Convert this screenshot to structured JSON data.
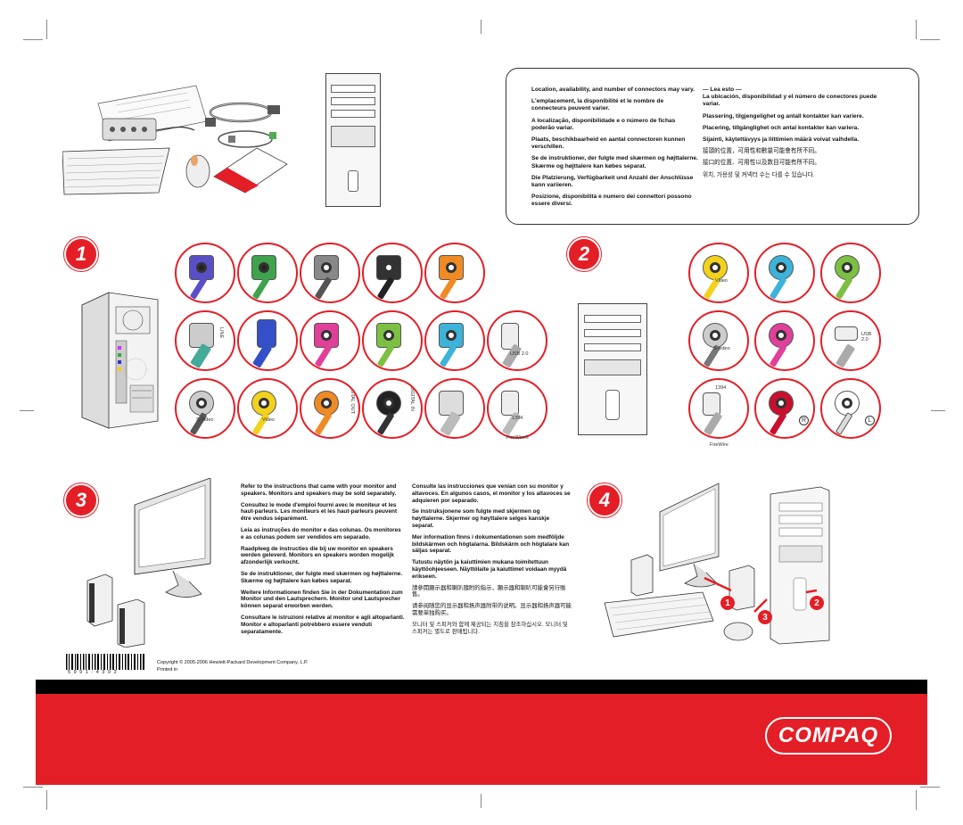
{
  "notice": {
    "left": [
      "Location, availability, and number of connectors may vary.",
      "L'emplacement, la disponibilité et le nombre de connecteurs peuvent varier.",
      "A localização, disponibilidade e o número de fichas poderão variar.",
      "Plaats, beschikbaarheid en aantal connectoren kunnen verschillen.",
      "Se de instruktioner, der fulgte med skærmen og højttalerne. Skærme og højttalere kan købes separat.",
      "Die Platzierung, Verfügbarkeit und Anzahl der Anschlüsse kann variieren.",
      "Posizione, disponibilità e numero dei connettori possono essere diversi."
    ],
    "right": [
      "— Lea esto —",
      "La ubicación, disponibilidad y el número de conectores puede variar.",
      "Plassering, tilgjengelighet og antall kontakter kan variere.",
      "Placering, tillgänglighet och antal kontakter kan variera.",
      "Sijainti, käytettävyys ja liittimien määrä voivat vaihdella.",
      "接頭的位置，可用性和數量可能會有所不同。",
      "接口的位置、可用性以及数目可能有所不同。",
      "위치, 가용성 및 커넥터 수는 다를 수 있습니다."
    ]
  },
  "steps": [
    "1",
    "2",
    "3",
    "4"
  ],
  "step1_labels": {
    "line": "LINE",
    "svideo": "S-Video",
    "video": "Video",
    "digital_out": "DIGITAL OUT",
    "digital_in": "DIGITAL IN",
    "usb": "USB 2.0",
    "fw_num": "1394",
    "firewire": "FireWire®"
  },
  "step2_labels": {
    "video": "Video",
    "svideo": "S-video",
    "usb": "USB 2.0",
    "fw_num": "1394",
    "firewire": "FireWire",
    "r": "R",
    "l": "L"
  },
  "step3": {
    "left": [
      "Refer to the instructions that came with your monitor and speakers. Monitors and speakers may be sold separately.",
      "Consultez le mode d'emploi fourni avec le moniteur et les haut-parleurs. Les moniteurs et les haut-parleurs peuvent être vendus séparément.",
      "Leia as instruções do monitor e das colunas. Os monitores e as colunas podem ser vendidos em separado.",
      "Raadpleeg de instructies die bij uw monitor en speakers werden geleverd. Monitors en speakers worden mogelijk afzonderlijk verkocht.",
      "Se de instruktioner, der fulgte med skærmen og højttalerne. Skærme og højttalere kan købes separat.",
      "Weitere Informationen finden Sie in der Dokumentation zum Monitor und den Lautsprechern. Monitor und Lautsprecher können separat erworben werden.",
      "Consultare le istruzioni relative al monitor e agli altoparlanti. Monitor e altoparlanti potrebbero essere venduti separatamente."
    ],
    "right": [
      "Consulte las instrucciones que venían con su monitor y altavoces. En algunos casos, el monitor y los altavoces se adquieren por separado.",
      "Se instruksjonene som fulgte med skjermen og høyttalerne. Skjermer og høyttalere selges kanskje separat.",
      "Mer information finns i dokumentationen som medföljde bildskärmen och högtalarna. Bildskärm och högtalare kan säljas separat.",
      "Tutustu näytön ja kaiuttimien mukana toimitettuun käyttöohjeeseen. Näyttölaite ja kaiuttimet voidaan myydä erikseen.",
      "請參閱顯示器和喇叭隨附的指示，顯示器和喇叭可能會另行販售。",
      "请参阅随您的显示器和扬声器附带的说明。显示器和扬声器可能需要单独购买。",
      "모니터 및 스피커와 함께 제공되는 지침을 참조하십시오. 모니터 및 스피커는 별도로 판매됩니다."
    ]
  },
  "step4_callouts": [
    "1",
    "2",
    "3"
  ],
  "footer": {
    "barcode_digits": "5 9 9 1 - 4 3 9 3",
    "copyright": "Copyright © 2005-2006 Hewlett-Packard Development Company, L.P.",
    "printed": "Printed in",
    "logo": "COMPAQ"
  },
  "colors": {
    "brand_red": "#e41e26",
    "black_bar": "#000000"
  }
}
